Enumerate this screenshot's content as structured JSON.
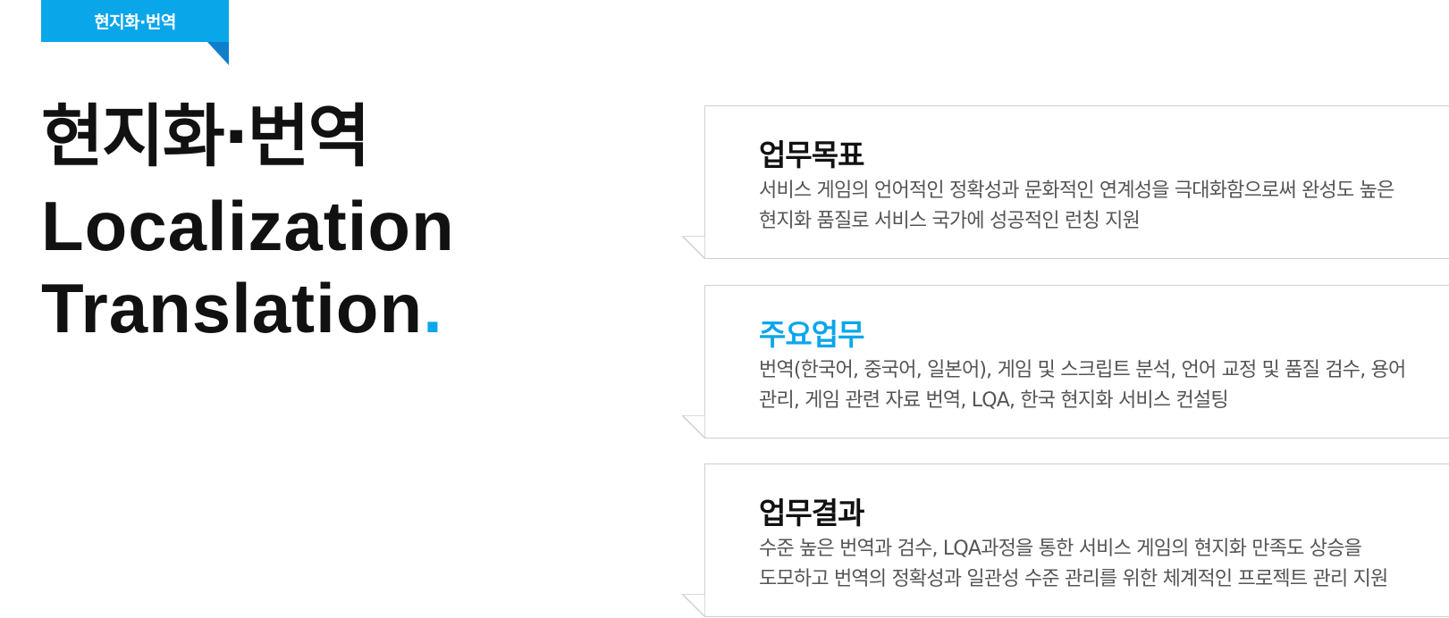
{
  "tab": {
    "label": "현지화·번역"
  },
  "title": {
    "korean": "현지화·번역",
    "english_line1": "Localization",
    "english_line2": "Translation",
    "english_line2_dot": "."
  },
  "colors": {
    "accent": "#0aa6ea",
    "accent_dark": "#0f7fcb",
    "card_border": "#cfcfcf",
    "body_text": "#555555"
  },
  "cards": [
    {
      "heading": "업무목표",
      "line1": "서비스 게임의 언어적인 정확성과 문화적인 연계성을 극대화함으로써 완성도 높은",
      "line2": "현지화 품질로 서비스 국가에 성공적인 런칭 지원"
    },
    {
      "heading": "주요업무",
      "line1": "번역(한국어, 중국어, 일본어), 게임 및 스크립트 분석, 언어 교정 및 품질 검수, 용어",
      "line2": "관리, 게임 관련 자료 번역, LQA, 한국 현지화 서비스 컨설팅"
    },
    {
      "heading": "업무결과",
      "line1": "수준 높은 번역과 검수, LQA과정을 통한 서비스 게임의 현지화 만족도 상승을",
      "line2": "도모하고 번역의 정확성과 일관성 수준 관리를 위한 체계적인 프로젝트 관리 지원"
    }
  ]
}
